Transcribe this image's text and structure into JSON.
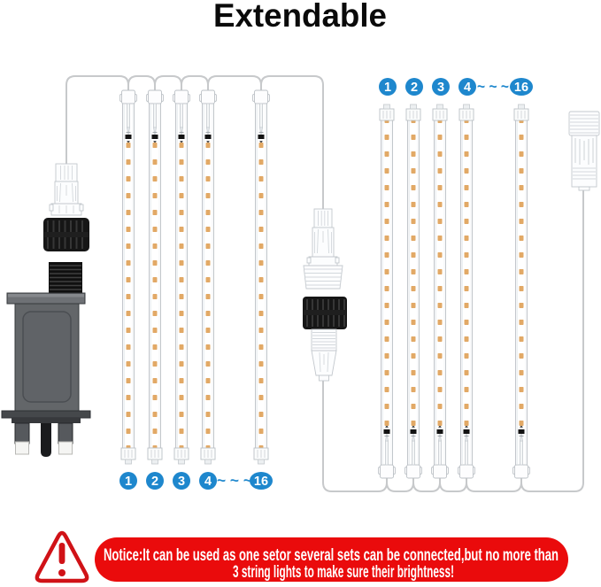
{
  "title": "Extendable",
  "colors": {
    "accent_blue": "#1e87cd",
    "led_amber": "#e2a966",
    "wire_gray": "#c7c9cb",
    "notice_red": "#ea0b0c",
    "warning_red": "#d01217"
  },
  "left_group": {
    "numbers": [
      "1",
      "2",
      "3",
      "4",
      "16"
    ],
    "separator": "~ ~ ~"
  },
  "right_group": {
    "numbers": [
      "1",
      "2",
      "3",
      "4",
      "16"
    ],
    "separator": "~ ~ ~"
  },
  "notice": {
    "line1": "Notice:It can be used as one setor several sets can be connected,but no more than",
    "line2": "3 string lights to make sure their brightness!"
  }
}
